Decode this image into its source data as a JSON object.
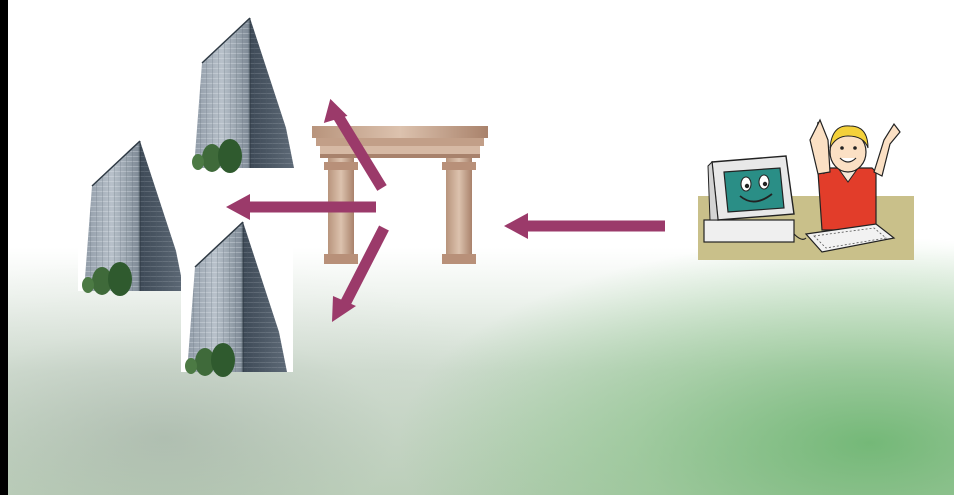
{
  "diagram": {
    "nodes": [
      {
        "id": "building-top",
        "kind": "office-building-icon"
      },
      {
        "id": "building-left",
        "kind": "office-building-icon"
      },
      {
        "id": "building-bottom",
        "kind": "office-building-icon"
      },
      {
        "id": "gateway",
        "kind": "gateway-arch-icon"
      },
      {
        "id": "user",
        "kind": "happy-computer-user-icon"
      }
    ],
    "edges": [
      {
        "from": "user",
        "to": "gateway"
      },
      {
        "from": "gateway",
        "to": "building-top"
      },
      {
        "from": "gateway",
        "to": "building-left"
      },
      {
        "from": "gateway",
        "to": "building-bottom"
      }
    ],
    "colors": {
      "arrow": "#9b3a6a",
      "building_glass": "#6e7c8a",
      "arch_stone": "#c9a991",
      "monitor_screen": "#2a8e86",
      "user_shirt": "#e23d2a"
    }
  }
}
